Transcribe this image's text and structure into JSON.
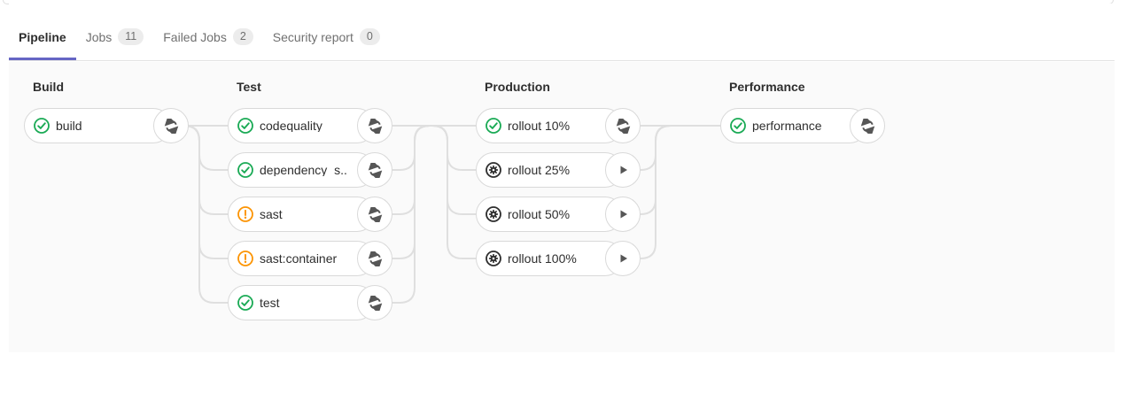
{
  "tabs": {
    "items": [
      {
        "label": "Pipeline",
        "active": true
      },
      {
        "label": "Jobs",
        "badge": "11"
      },
      {
        "label": "Failed Jobs",
        "badge": "2"
      },
      {
        "label": "Security report",
        "badge": "0"
      }
    ]
  },
  "pipeline": {
    "stages": [
      {
        "name": "Build",
        "jobs": [
          {
            "name": "build",
            "status": "success",
            "action": "retry"
          }
        ]
      },
      {
        "name": "Test",
        "jobs": [
          {
            "name": "codequality",
            "status": "success",
            "action": "retry"
          },
          {
            "name": "dependency_s...",
            "status": "success",
            "action": "retry"
          },
          {
            "name": "sast",
            "status": "warning",
            "action": "retry"
          },
          {
            "name": "sast:container",
            "status": "warning",
            "action": "retry"
          },
          {
            "name": "test",
            "status": "success",
            "action": "retry"
          }
        ]
      },
      {
        "name": "Production",
        "jobs": [
          {
            "name": "rollout 10%",
            "status": "success",
            "action": "retry"
          },
          {
            "name": "rollout 25%",
            "status": "manual",
            "action": "play"
          },
          {
            "name": "rollout 50%",
            "status": "manual",
            "action": "play"
          },
          {
            "name": "rollout 100%",
            "status": "manual",
            "action": "play"
          }
        ]
      },
      {
        "name": "Performance",
        "jobs": [
          {
            "name": "performance",
            "status": "success",
            "action": "retry"
          }
        ]
      }
    ]
  },
  "colors": {
    "success": "#1aaa55",
    "warning": "#fc9403",
    "manual": "#2e2e2e",
    "connector": "#dfdfdf",
    "tab_active_underline": "#6666c4",
    "graph_background": "#fafafa",
    "action_icon": "#565656"
  }
}
